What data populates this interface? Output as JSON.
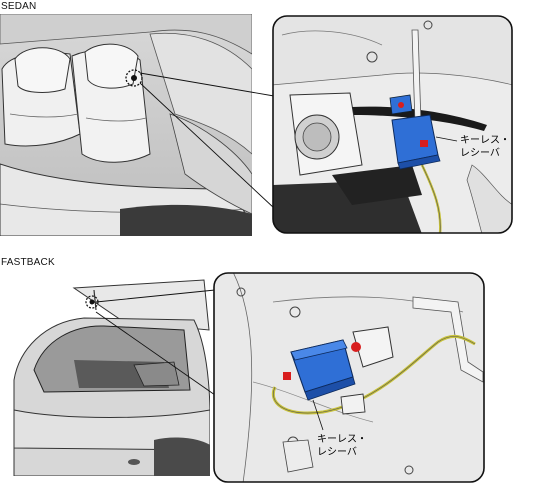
{
  "sedan": {
    "label": "SEDAN",
    "callout_line1": "キーレス・",
    "callout_line2": "レシーバ"
  },
  "fastback": {
    "label": "FASTBACK",
    "callout_line1": "キーレス・",
    "callout_line2": "レシーバ"
  },
  "colors": {
    "receiver_blue": "#2f6fd6",
    "connector_red": "#d81e1e",
    "wire_yellow": "#c8c23a",
    "panel_gray": "#e6e6e6"
  }
}
